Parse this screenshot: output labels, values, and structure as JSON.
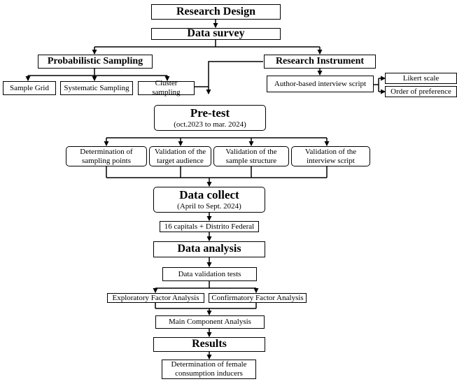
{
  "nodes": {
    "research_design": "Research Design",
    "data_survey": "Data survey",
    "probabilistic_sampling": "Probabilistic Sampling",
    "research_instrument": "Research Instrument",
    "sample_grid": "Sample Grid",
    "systematic_sampling": "Systematic Sampling",
    "cluster_sampling": "Cluster sampling",
    "author_script": "Author-based interview script",
    "likert_scale": "Likert scale",
    "order_of_preference": "Order of preference",
    "pretest_title": "Pre-test",
    "pretest_period": "(oct.2023  to mar. 2024)",
    "determination_sampling_line1": "Determination of",
    "determination_sampling_line2": "sampling points",
    "validation_audience_line1": "Validation of the",
    "validation_audience_line2": "target audience",
    "validation_structure_line1": "Validation of the",
    "validation_structure_line2": "sample structure",
    "validation_script_line1": "Validation of the",
    "validation_script_line2": "interview script",
    "data_collect_title": "Data collect",
    "data_collect_period": "(April to Sept. 2024)",
    "capitals": "16 capitals + Distrito Federal",
    "data_analysis": "Data analysis",
    "validation_tests": "Data validation tests",
    "exploratory_fa": "Exploratory Factor Analysis",
    "confirmatory_fa": "Confirmatory Factor Analysis",
    "main_component": "Main Component Analysis",
    "results": "Results",
    "female_line1": "Determination of female",
    "female_line2": "consumption inducers"
  }
}
